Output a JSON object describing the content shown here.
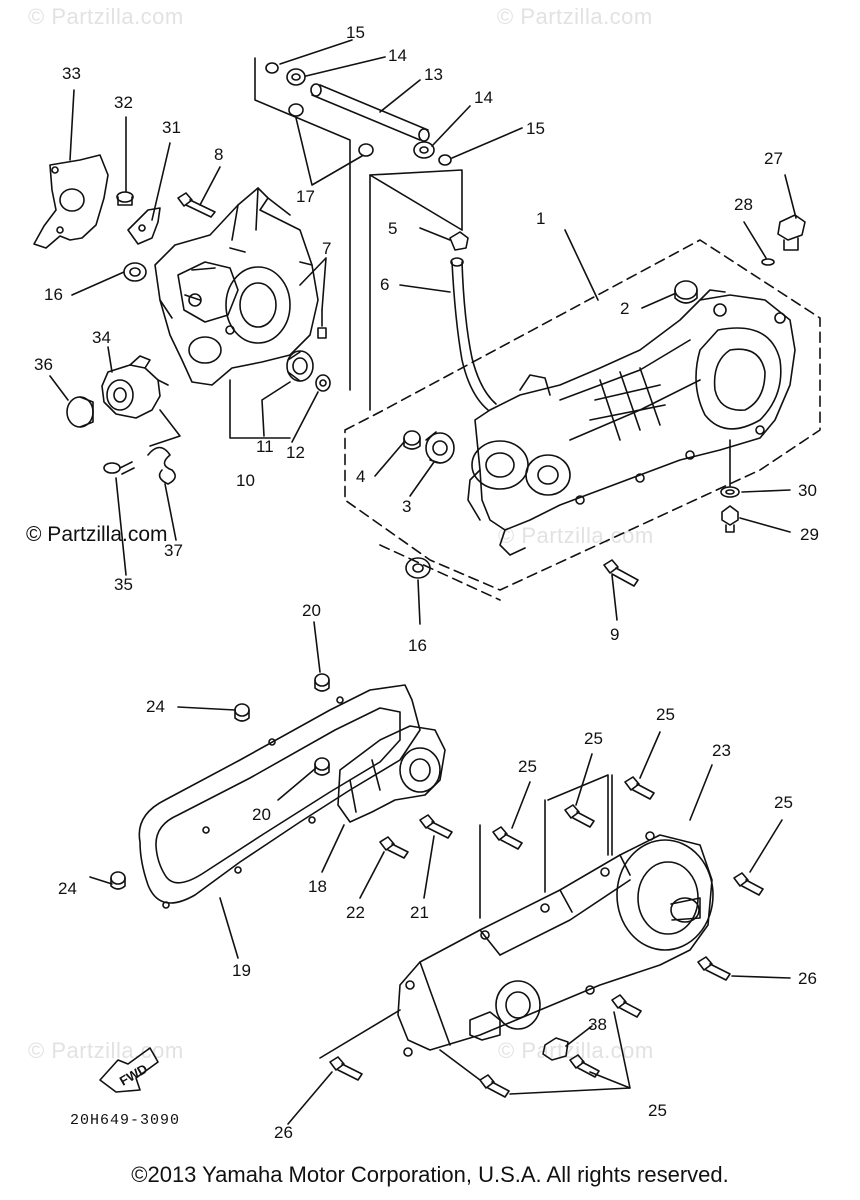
{
  "watermarks": {
    "top_left": "© Partzilla.com",
    "top_right": "© Partzilla.com",
    "mid_left": "© Partzilla.com",
    "mid_center": "© Partzilla.com",
    "bottom_left": "© Partzilla.com",
    "bottom_right": "© Partzilla.com"
  },
  "diagram_code": "20H649-3090",
  "fwd_label": "FWD",
  "copyright": "©2013 Yamaha Motor Corporation, U.S.A. All rights reserved.",
  "callouts": {
    "c1": "1",
    "c2": "2",
    "c3": "3",
    "c4": "4",
    "c5": "5",
    "c6": "6",
    "c7": "7",
    "c8": "8",
    "c9": "9",
    "c10": "10",
    "c11": "11",
    "c12": "12",
    "c13": "13",
    "c14a": "14",
    "c14b": "14",
    "c15a": "15",
    "c15b": "15",
    "c16a": "16",
    "c16b": "16",
    "c17": "17",
    "c18": "18",
    "c19": "19",
    "c20a": "20",
    "c20b": "20",
    "c21": "21",
    "c22": "22",
    "c23": "23",
    "c24a": "24",
    "c24b": "24",
    "c25a": "25",
    "c25b": "25",
    "c25c": "25",
    "c25d": "25",
    "c25e": "25",
    "c26a": "26",
    "c26b": "26",
    "c27": "27",
    "c28": "28",
    "c29": "29",
    "c30": "30",
    "c31": "31",
    "c32": "32",
    "c33": "33",
    "c34": "34",
    "c35": "35",
    "c36": "36",
    "c37": "37",
    "c38": "38"
  }
}
